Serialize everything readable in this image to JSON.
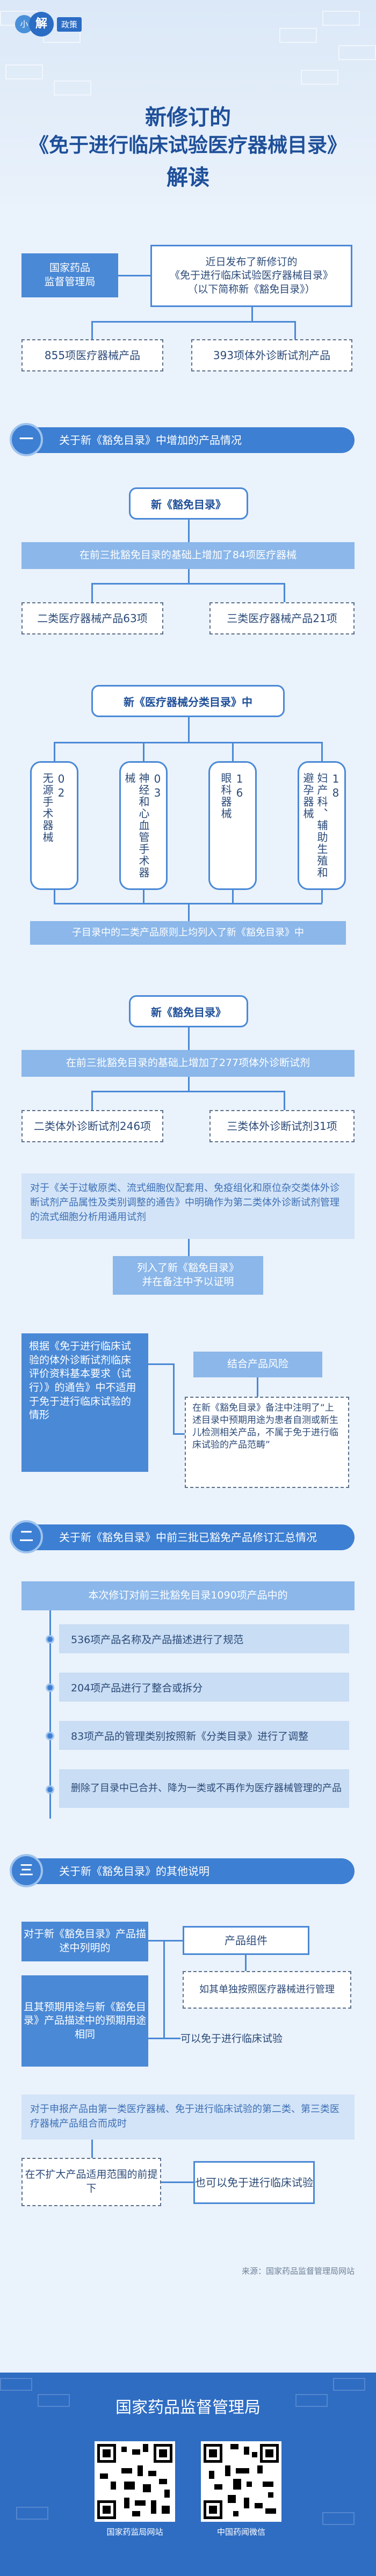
{
  "header": {
    "logo_char_1": "小",
    "logo_char_2": "解",
    "logo_label": "政策",
    "title_line1": "新修订的",
    "title_line2": "《免于进行临床试验医疗器械目录》",
    "title_line3": "解读"
  },
  "intro": {
    "agency": "国家药品\n监督管理局",
    "release": "近日发布了新修订的\n《免于进行临床试验医疗器械目录》\n（以下简称新《豁免目录》）",
    "count_devices": "855项医疗器械产品",
    "count_ivd": "393项体外诊断试剂产品"
  },
  "section1": {
    "num": "一",
    "title": "关于新《豁免目录》中增加的产品情况",
    "pill1": "新《豁免目录》",
    "added_devices": "在前三批豁免目录的基础上增加了84项医疗器械",
    "class2_devices": "二类医疗器械产品63项",
    "class3_devices": "三类医疗器械产品21项",
    "pill2": "新《医疗器械分类目录》中",
    "cat1": "02\n无源手术器械",
    "cat2": "03\n神经和心血管手术器械",
    "cat3": "16\n眼科器械",
    "cat4": "18\n妇产科、辅助生殖和避孕器械",
    "subcat_note": "子目录中的二类产品原则上均列入了新《豁免目录》中",
    "pill3": "新《豁免目录》",
    "added_ivd": "在前三批豁免目录的基础上增加了277项体外诊断试剂",
    "class2_ivd": "二类体外诊断试剂246项",
    "class3_ivd": "三类体外诊断试剂31项",
    "flow_note": "对于《关于过敏原类、流式细胞仪配套用、免疫组化和原位杂交类体外诊断试剂产品属性及类别调整的通告》中明确作为第二类体外诊断试剂管理的流式细胞分析用通用试剂",
    "listed": "列入了新《豁免目录》\n并在备注中予以证明",
    "guideline": "根据《免于进行临床试验的体外诊断试剂临床评价资料基本要求（试行）》的通告》中不适用于免于进行临床试验的情形",
    "combine": "结合产品风险",
    "remark": "在新《豁免目录》备注中注明了“上述目录中预期用途为患者自测或新生儿检测相关产品，不属于免于进行临床试验的产品范畴”"
  },
  "section2": {
    "num": "二",
    "title": "关于新《豁免目录》中前三批已豁免产品修订汇总情况",
    "lead": "本次修订对前三批豁免目录1090项产品中的",
    "items": [
      "536项产品名称及产品描述进行了规范",
      "204项产品进行了整合或拆分",
      "83项产品的管理类别按照新《分类目录》进行了调整",
      "删除了目录中已合并、降为一类或不再作为医疗器械管理的产品"
    ]
  },
  "section3": {
    "num": "三",
    "title": "关于新《豁免目录》的其他说明",
    "q1": "对于新《豁免目录》产品描述中列明的",
    "component": "产品组件",
    "component_note": "如其单独按照医疗器械进行管理",
    "purpose": "且其预期用途与新《豁免目录》产品描述中的预期用途相同",
    "exempt": "可以免于进行临床试验",
    "q2": "对于申报产品由第一类医疗器械、免于进行临床试验的第二类、第三类医疗器械产品组合而成时",
    "no_expand": "在不扩大产品适用范围的前提下",
    "also_exempt": "也可以免于进行临床试验",
    "source": "来源：国家药品监督管理局网站"
  },
  "footer": {
    "title": "国家药品监督管理局",
    "qr1_caption": "国家药监局网站",
    "qr2_caption": "中国药闻微信"
  }
}
